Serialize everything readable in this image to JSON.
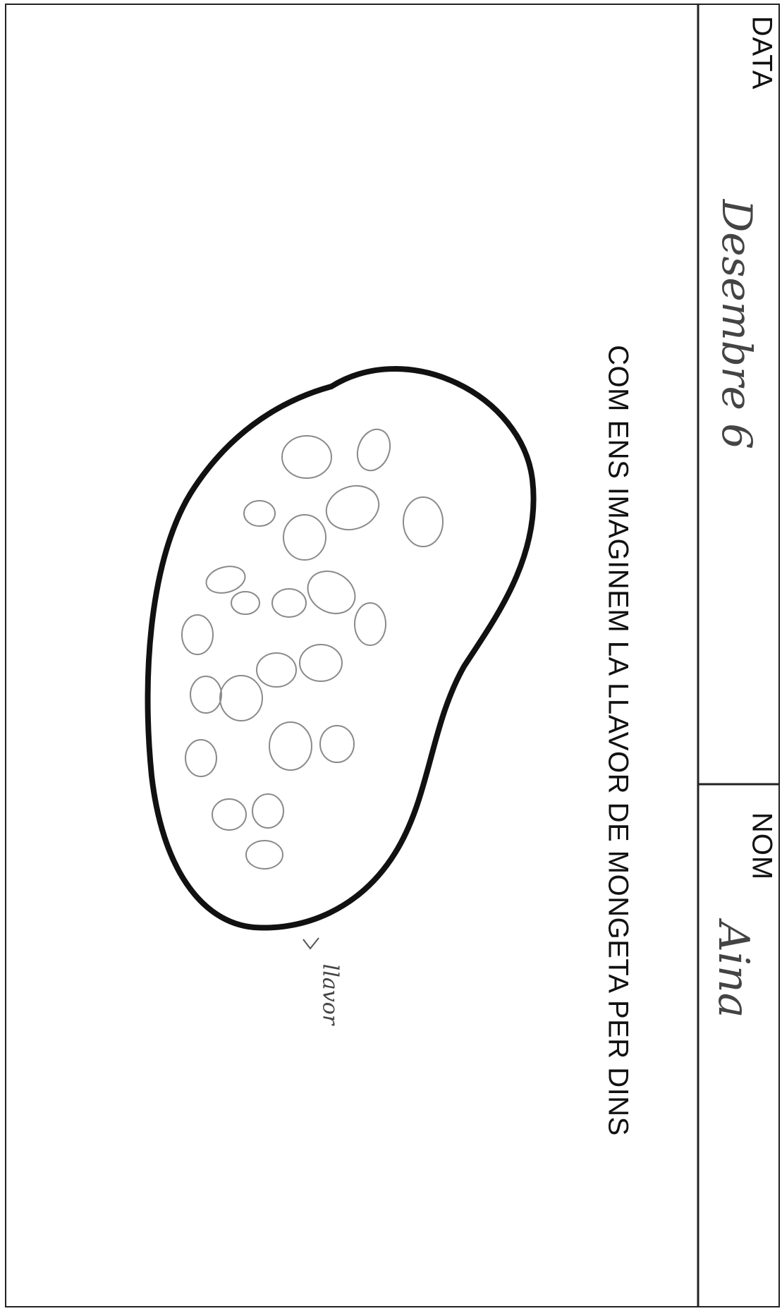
{
  "header": {
    "date_label": "DATA",
    "date_value": "Desembre 6",
    "name_label": "NOM",
    "name_value": "Aina"
  },
  "title": "COM ENS IMAGINEM LA LLAVOR DE MONGETA PER DINS",
  "drawing": {
    "annotation": "llavor",
    "outline_color": "#111111",
    "pencil_color": "#8a8a8a"
  }
}
